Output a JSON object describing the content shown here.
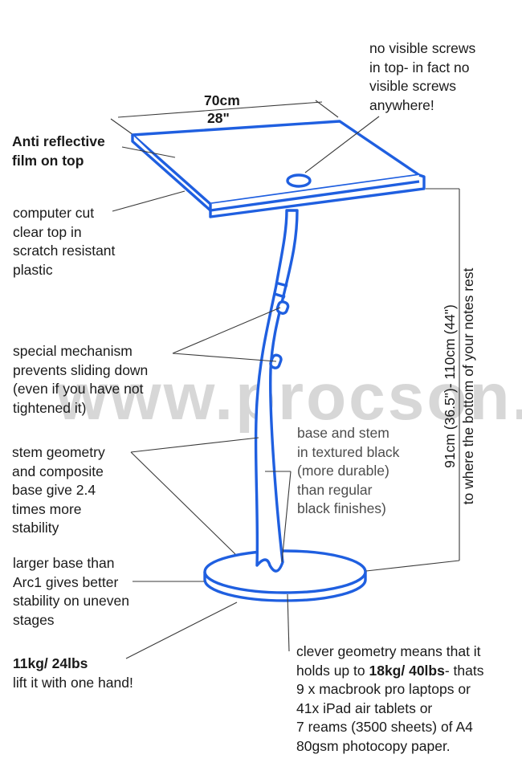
{
  "colors": {
    "stand": "#1f5fe0",
    "callout": "#3a3a3a",
    "text": "#1a1a1a",
    "watermark": "#969696"
  },
  "dimensions": {
    "width_cm": "70cm",
    "width_in": "28\""
  },
  "watermark": "www.procson.com",
  "callouts": {
    "no_screws": "no visible screws\nin top- in fact no\nvisible screws\nanywhere!",
    "anti_reflective": "Anti reflective\nfilm on top",
    "computer_cut": "computer cut\nclear top in\nscratch resistant\nplastic",
    "mechanism": "special mechanism\nprevents sliding down\n(even if you have not\ntightened it)",
    "textured": "base and stem\nin textured black\n(more durable)\nthan regular\nblack finishes)",
    "geometry": "stem geometry\nand composite\nbase give 2.4\ntimes more\nstability",
    "larger_base": "larger base than\nArc1 gives better\nstability on uneven\nstages",
    "weight_bold": "11kg/ 24lbs",
    "weight_rest": "lift it with one hand!",
    "clever_a": "clever geometry means that it\nholds up to ",
    "clever_bold": "18kg/ 40lbs",
    "clever_b": "- thats\n9 x  macbrook pro laptops or\n41x iPad air tablets or\n7 reams (3500 sheets) of A4\n80gsm photocopy paper."
  },
  "height_label_1": "91cm (36.5\")- 110cm (44\")",
  "height_label_2": "to where the bottom of your notes rest"
}
